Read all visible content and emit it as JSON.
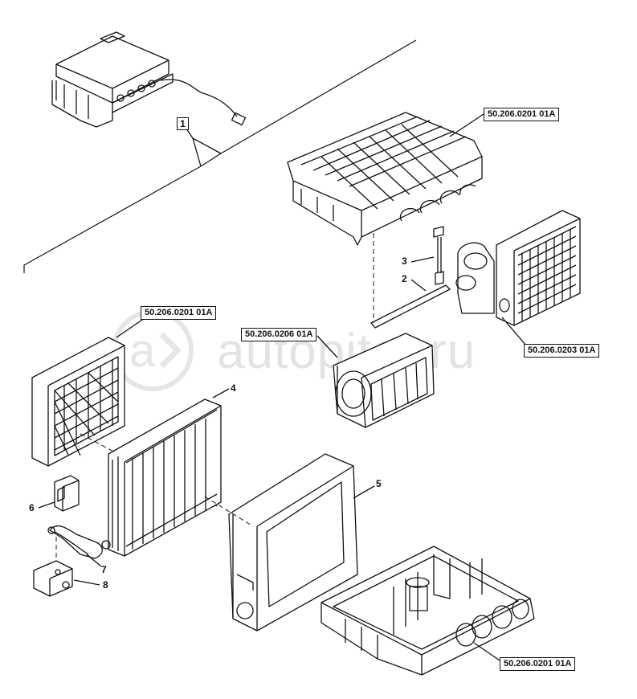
{
  "watermark": "autopiter.ru",
  "callouts": {
    "item1": "1",
    "item2": "2",
    "item3": "3",
    "item4": "4",
    "item5": "5",
    "item6": "6",
    "item7": "7",
    "item8": "8"
  },
  "references": {
    "ref_top": "50.206.0201 01A",
    "ref_filter": "50.206.0201 01A",
    "ref_blower": "50.206.0206 01A",
    "ref_heater": "50.206.0203 01A",
    "ref_bottom": "50.206.0201 01A"
  }
}
